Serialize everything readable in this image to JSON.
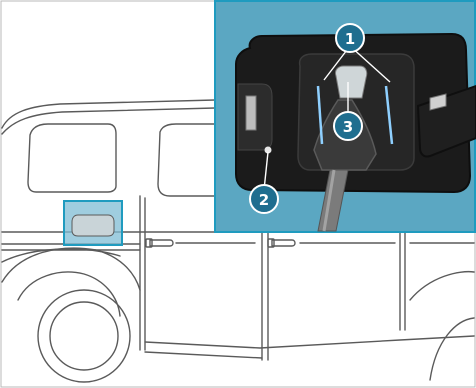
{
  "callouts": [
    {
      "id": "1",
      "label": "1"
    },
    {
      "id": "2",
      "label": "2"
    },
    {
      "id": "3",
      "label": "3"
    }
  ],
  "colors": {
    "accent": "#1f9bbf",
    "inset_background": "#5ba7c2",
    "callout_fill": "#1f6e8f",
    "line_art": "#4a4a4a",
    "highlight": "#7fbcd4"
  }
}
